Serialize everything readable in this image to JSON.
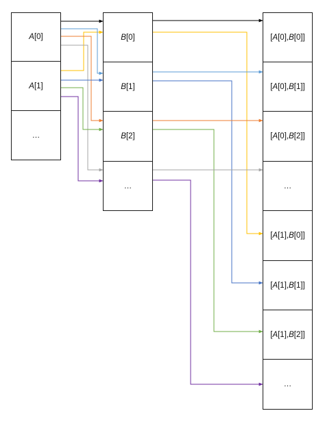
{
  "columns": {
    "A": {
      "cells": [
        {
          "name": "A",
          "index": "[0]"
        },
        {
          "name": "A",
          "index": "[1]"
        },
        {
          "name": "",
          "index": "…"
        }
      ]
    },
    "B": {
      "cells": [
        {
          "name": "B",
          "index": "[0]"
        },
        {
          "name": "B",
          "index": "[1]"
        },
        {
          "name": "B",
          "index": "[2]"
        },
        {
          "name": "",
          "index": "…"
        }
      ]
    },
    "pairs": {
      "cells": [
        {
          "a": "A",
          "ai": "[0], ",
          "b": "B",
          "bi": "[0]]"
        },
        {
          "a": "A",
          "ai": "[0], ",
          "b": "B",
          "bi": "[1]]"
        },
        {
          "a": "A",
          "ai": "[0], ",
          "b": "B",
          "bi": "[2]]"
        },
        {
          "ellipsis": "…"
        },
        {
          "a": "A",
          "ai": "[1], ",
          "b": "B",
          "bi": "[0]]"
        },
        {
          "a": "A",
          "ai": "[1], ",
          "b": "B",
          "bi": "[1]]"
        },
        {
          "a": "A",
          "ai": "[1], ",
          "b": "B",
          "bi": "[2]]"
        },
        {
          "ellipsis": "…"
        }
      ]
    }
  },
  "colors": {
    "black": "#000000",
    "yellow": "#ffc000",
    "blue": "#5b9bd5",
    "orange": "#ed7d31",
    "gray": "#a5a5a5",
    "darkblue": "#4472c4",
    "green": "#70ad47",
    "purple": "#7030a0"
  }
}
